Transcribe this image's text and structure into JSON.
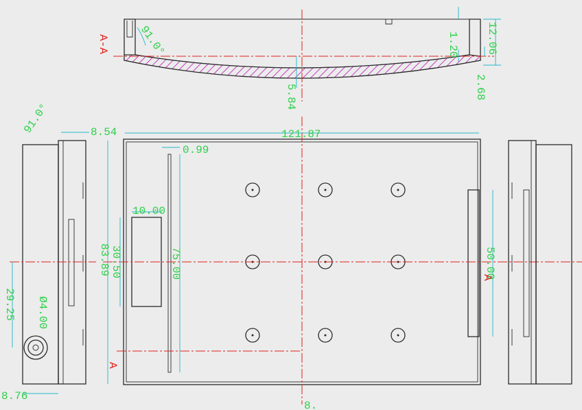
{
  "dimensions": {
    "angle_top": "91.0°",
    "depth_top": "12.06",
    "lip_top": "1.20",
    "floor_top": "2.68",
    "center_depth": "5.84",
    "width_total": "121.87",
    "slot_width": "0.99",
    "window_width": "10.00",
    "side_offset": "8.54",
    "angle_left": "91.0°",
    "height_total": "83.89",
    "window_height": "30.50",
    "slot_length": "75.00",
    "tab_length": "50.00",
    "jack_height": "29.25",
    "jack_diameter": "Ø4.00",
    "jack_offset": "8.76",
    "bottom_label": "8."
  },
  "section_labels": {
    "section_top": "A-A",
    "marker_left": "A",
    "marker_right": "A"
  },
  "colors": {
    "outline": "#2a2a2a",
    "centerline": "#e0201a",
    "dimension_line": "#22b8c8",
    "dimension_text": "#2ed04a",
    "section_hatch": "#c040c0",
    "background": "#ececec"
  }
}
